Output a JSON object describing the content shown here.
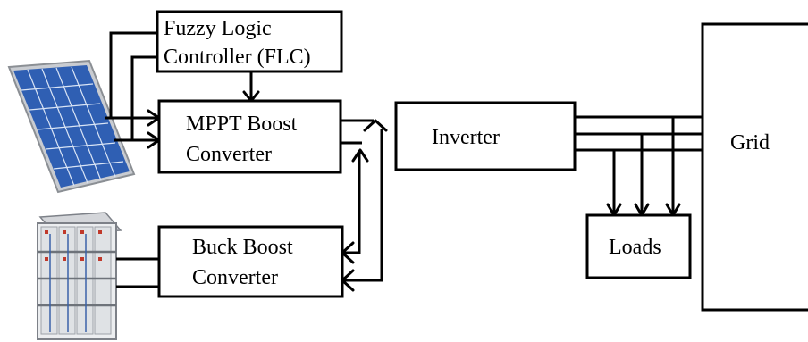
{
  "blocks": {
    "flc": {
      "line1": "Fuzzy Logic",
      "line2": "Controller (FLC)"
    },
    "mppt": {
      "line1": "MPPT Boost",
      "line2": "Converter"
    },
    "buck_boost": {
      "line1": "Buck Boost",
      "line2": "Converter"
    },
    "inverter": {
      "label": "Inverter"
    },
    "loads": {
      "label": "Loads"
    },
    "grid": {
      "label": "Grid"
    }
  },
  "icons": {
    "pv": "solar-panel-icon",
    "battery": "battery-rack-icon"
  },
  "colors": {
    "line": "#000000",
    "panel_cell": "#2f5fb3",
    "panel_frame": "#b8bcc2",
    "rack": "#8a8f96"
  }
}
